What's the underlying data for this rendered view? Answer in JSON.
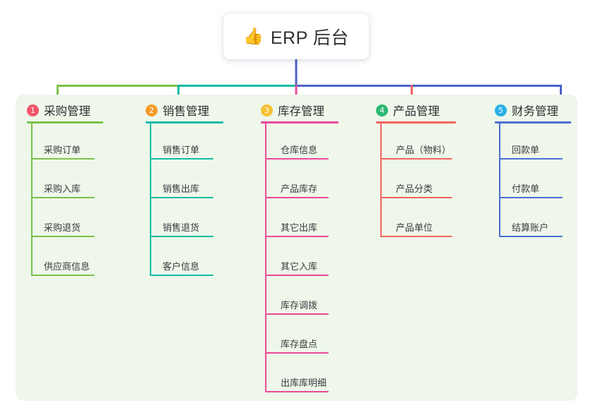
{
  "root": {
    "emoji": "👍",
    "emoji_name": "thumbs-up-icon",
    "title": "ERP 后台"
  },
  "palette": {
    "panel_bg": "#eef7ea",
    "page_bg": "#ffffff",
    "root_stem": "#4a63c8",
    "bar_left": "#7cc24a",
    "bar_mid": "#14bba4",
    "bar_right": "#4a63c8",
    "text": "#2f3033"
  },
  "columns": [
    {
      "index": "1",
      "title": "采购管理",
      "badge_color": "#f2556b",
      "line_color": "#7cc24a",
      "items": [
        "采购订单",
        "采购入库",
        "采购退货",
        "供应商信息"
      ]
    },
    {
      "index": "2",
      "title": "销售管理",
      "badge_color": "#f59b29",
      "line_color": "#14bba4",
      "items": [
        "销售订单",
        "销售出库",
        "销售退货",
        "客户信息"
      ]
    },
    {
      "index": "3",
      "title": "库存管理",
      "badge_color": "#f5c033",
      "line_color": "#ec4899",
      "items": [
        "仓库信息",
        "产品库存",
        "其它出库",
        "其它入库",
        "库存调拨",
        "库存盘点",
        "出库库明细"
      ]
    },
    {
      "index": "4",
      "title": "产品管理",
      "badge_color": "#2eb872",
      "line_color": "#f4645f",
      "items": [
        "产品（物料）",
        "产品分类",
        "产品单位"
      ]
    },
    {
      "index": "5",
      "title": "财务管理",
      "badge_color": "#29b0e8",
      "line_color": "#4a6fd4",
      "items": [
        "回款单",
        "付款单",
        "结算账户"
      ]
    }
  ]
}
